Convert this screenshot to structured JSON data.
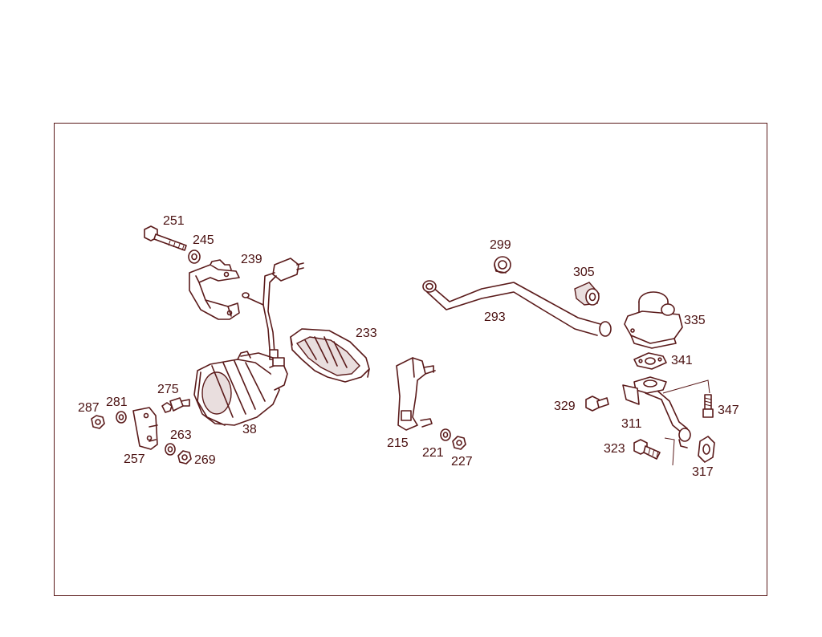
{
  "colors": {
    "line": "#5a1a1a",
    "label": "#4a1010",
    "background": "#ffffff"
  },
  "labels": [
    "251",
    "245",
    "239",
    "233",
    "275",
    "287",
    "281",
    "263",
    "257",
    "269",
    "38",
    "215",
    "221",
    "227",
    "299",
    "305",
    "293",
    "335",
    "341",
    "329",
    "311",
    "347",
    "323",
    "317"
  ]
}
